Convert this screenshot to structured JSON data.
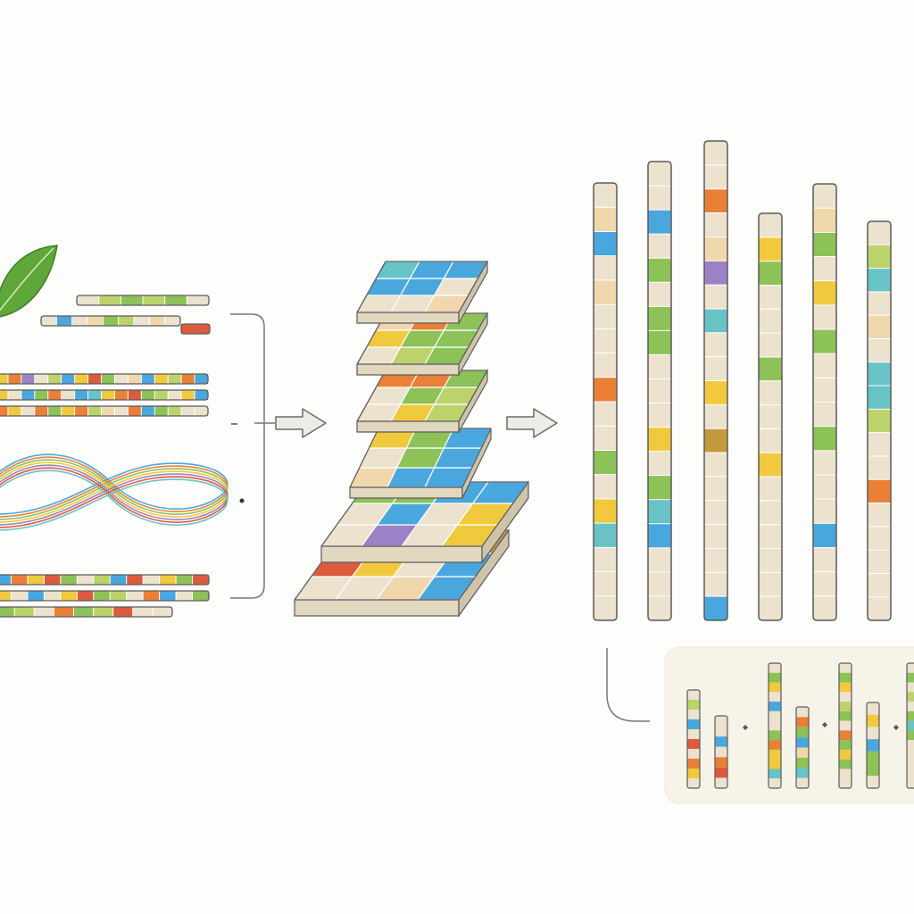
{
  "palette": {
    "cream": "#ece2cd",
    "tan": "#f0d7ac",
    "blue": "#4aa7de",
    "green": "#8cc257",
    "lime": "#bcd36b",
    "yellow": "#f1c93c",
    "orange": "#e98036",
    "red": "#dc5a3e",
    "teal": "#67c3c5",
    "purple": "#9b82c6",
    "olive": "#c49a3e",
    "outline": "#5b5b5b",
    "leaf": "#5fa73a",
    "panel": "#f6f3e9"
  },
  "leaf": {
    "icon": "leaf-icon"
  },
  "input_strands": [
    {
      "segments": [
        "cream",
        "lime",
        "green",
        "lime",
        "green",
        "cream"
      ]
    },
    {
      "segments": [
        "cream",
        "blue",
        "cream",
        "tan",
        "green",
        "lime",
        "cream",
        "tan",
        "cream"
      ]
    },
    {
      "segments": [
        "red"
      ]
    },
    {
      "segments": [
        "yellow",
        "orange",
        "purple",
        "cream",
        "lime",
        "blue",
        "yellow",
        "red",
        "green",
        "cream",
        "tan",
        "blue",
        "yellow",
        "lime",
        "orange",
        "blue"
      ]
    },
    {
      "segments": [
        "yellow",
        "cream",
        "blue",
        "green",
        "orange",
        "cream",
        "blue",
        "teal",
        "yellow",
        "orange",
        "red",
        "green",
        "lime",
        "cream",
        "yellow",
        "blue"
      ]
    },
    {
      "segments": [
        "orange",
        "yellow",
        "cream",
        "orange",
        "green",
        "yellow",
        "orange",
        "lime",
        "tan",
        "cream",
        "orange",
        "blue",
        "green",
        "lime",
        "cream",
        "cream"
      ]
    },
    {
      "segments": [
        "blue",
        "orange",
        "yellow",
        "red",
        "green",
        "cream",
        "lime",
        "blue",
        "red",
        "cream",
        "yellow",
        "green",
        "red"
      ]
    },
    {
      "segments": [
        "yellow",
        "cream",
        "blue",
        "cream",
        "yellow",
        "red",
        "green",
        "lime",
        "cream",
        "orange",
        "blue",
        "cream",
        "green"
      ]
    },
    {
      "segments": [
        "green",
        "lime",
        "cream",
        "orange",
        "green",
        "lime",
        "red",
        "cream",
        "cream"
      ]
    }
  ],
  "curve_colors": [
    "blue",
    "orange",
    "green",
    "yellow",
    "purple",
    "red",
    "teal"
  ],
  "layers": [
    {
      "cells": [
        "cream",
        "cream",
        "tan",
        "blue",
        "blue",
        "cream",
        "teal",
        "blue",
        "blue"
      ]
    },
    {
      "cells": [
        "cream",
        "lime",
        "green",
        "yellow",
        "green",
        "green",
        "tan",
        "orange",
        "green"
      ]
    },
    {
      "cells": [
        "cream",
        "yellow",
        "lime",
        "cream",
        "green",
        "lime",
        "orange",
        "orange",
        "green"
      ]
    },
    {
      "cells": [
        "tan",
        "blue",
        "blue",
        "cream",
        "green",
        "blue",
        "yellow",
        "green",
        "blue"
      ]
    },
    {
      "cells": [
        "cream",
        "purple",
        "cream",
        "yellow",
        "cream",
        "blue",
        "cream",
        "yellow",
        "green",
        "green",
        "blue",
        "blue"
      ]
    },
    {
      "cells": [
        "cream",
        "cream",
        "tan",
        "blue",
        "red",
        "yellow",
        "cream",
        "blue",
        "cream",
        "orange",
        "yellow",
        "olive"
      ]
    }
  ],
  "columns": [
    {
      "cells": [
        "cream",
        "tan",
        "blue",
        "cream",
        "tan",
        "cream",
        "cream",
        "cream",
        "orange",
        "cream",
        "cream",
        "green",
        "cream",
        "yellow",
        "teal",
        "cream",
        "cream",
        "cream"
      ]
    },
    {
      "cells": [
        "cream",
        "cream",
        "blue",
        "cream",
        "green",
        "cream",
        "green",
        "green",
        "cream",
        "cream",
        "cream",
        "yellow",
        "cream",
        "green",
        "teal",
        "blue",
        "cream",
        "cream",
        "cream"
      ]
    },
    {
      "cells": [
        "cream",
        "cream",
        "orange",
        "cream",
        "tan",
        "purple",
        "cream",
        "teal",
        "cream",
        "cream",
        "yellow",
        "cream",
        "olive",
        "cream",
        "cream",
        "cream",
        "cream",
        "cream",
        "cream",
        "blue"
      ]
    },
    {
      "cells": [
        "cream",
        "yellow",
        "green",
        "cream",
        "cream",
        "cream",
        "green",
        "cream",
        "cream",
        "cream",
        "yellow",
        "cream",
        "cream",
        "cream",
        "cream",
        "cream",
        "cream"
      ]
    },
    {
      "cells": [
        "cream",
        "tan",
        "green",
        "cream",
        "yellow",
        "cream",
        "green",
        "cream",
        "cream",
        "cream",
        "green",
        "cream",
        "cream",
        "cream",
        "blue",
        "cream",
        "cream",
        "cream"
      ]
    },
    {
      "cells": [
        "cream",
        "lime",
        "teal",
        "cream",
        "tan",
        "cream",
        "teal",
        "teal",
        "lime",
        "cream",
        "cream",
        "orange",
        "cream",
        "cream",
        "cream",
        "cream",
        "cream"
      ]
    }
  ],
  "mini_columns": [
    {
      "cells": [
        "cream",
        "lime",
        "cream",
        "blue",
        "cream",
        "red",
        "cream",
        "orange",
        "yellow",
        "cream"
      ]
    },
    {
      "cells": [
        "cream",
        "cream",
        "blue",
        "cream",
        "orange",
        "red",
        "cream"
      ]
    },
    {
      "cells": [
        "cream",
        "green",
        "yellow",
        "cream",
        "blue",
        "cream",
        "cream",
        "green",
        "orange",
        "yellow",
        "yellow",
        "teal",
        "cream"
      ]
    },
    {
      "cells": [
        "cream",
        "orange",
        "green",
        "blue",
        "tan",
        "green",
        "teal",
        "cream"
      ]
    },
    {
      "cells": [
        "cream",
        "green",
        "yellow",
        "cream",
        "lime",
        "green",
        "cream",
        "orange",
        "green",
        "yellow",
        "green",
        "cream",
        "cream"
      ]
    },
    {
      "cells": [
        "cream",
        "yellow",
        "cream",
        "blue",
        "green",
        "green",
        "cream"
      ]
    },
    {
      "cells": [
        "cream",
        "green",
        "cream",
        "lime",
        "cream",
        "green",
        "teal",
        "green",
        "cream",
        "cream",
        "cream",
        "cream",
        "cream"
      ]
    }
  ]
}
